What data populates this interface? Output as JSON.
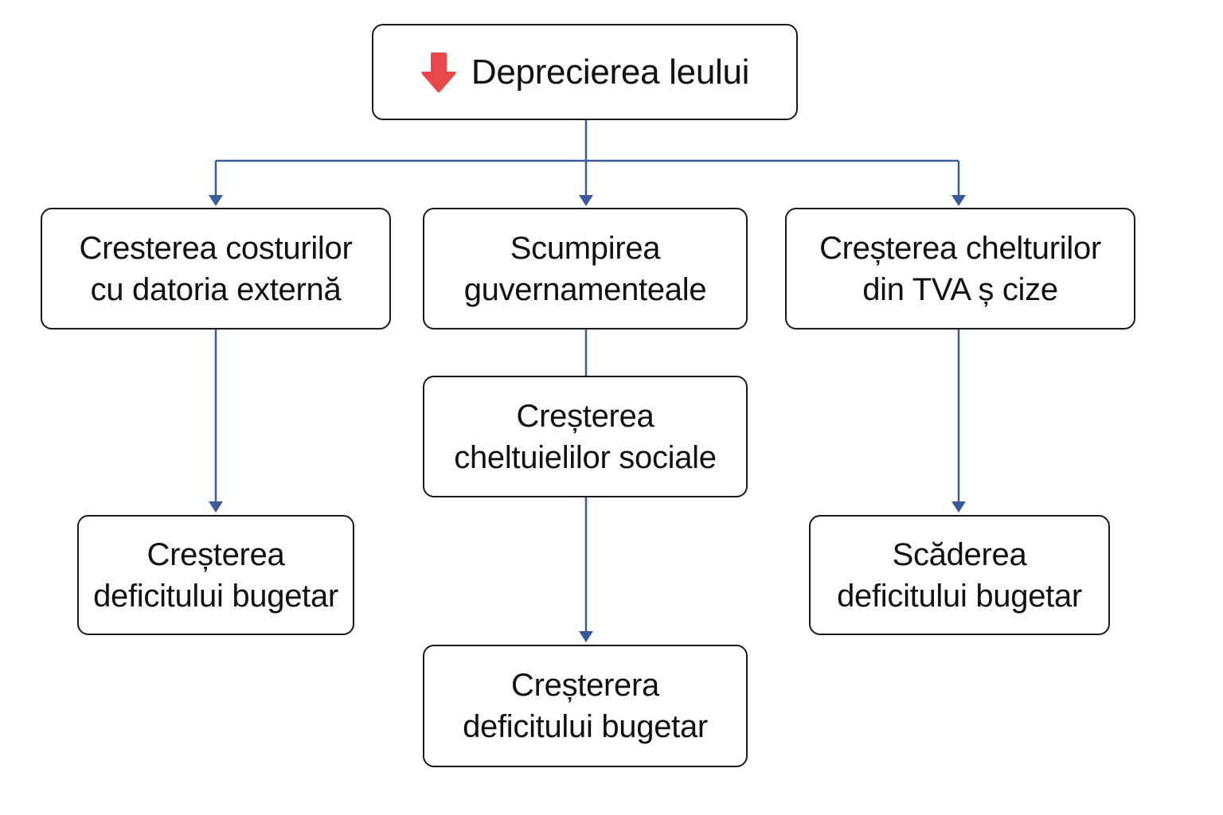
{
  "colors": {
    "connector": "#3a5a9a",
    "border": "#1a1a1a",
    "arrow_icon": "#e8474c"
  },
  "nodes": {
    "top": {
      "icon": "arrow-down-icon",
      "label": "Deprecierea leului"
    },
    "left": {
      "label": "Cresterea costurilor\ncu datoria externă"
    },
    "mid": {
      "label": "Scumpirea\nguvernamenteale"
    },
    "right": {
      "label": "Creșterea chelturilor\ndin TVA ș cize"
    },
    "mid2": {
      "label": "Creșterea\ncheltuielilor sociale"
    },
    "left_bottom": {
      "label": "Creșterea\ndeficitului bugetar"
    },
    "right_bottom": {
      "label": "Scăderea\ndeficitului bugetar"
    },
    "mid_bottom": {
      "label": "Creșterera\ndeficitului bugetar"
    }
  }
}
